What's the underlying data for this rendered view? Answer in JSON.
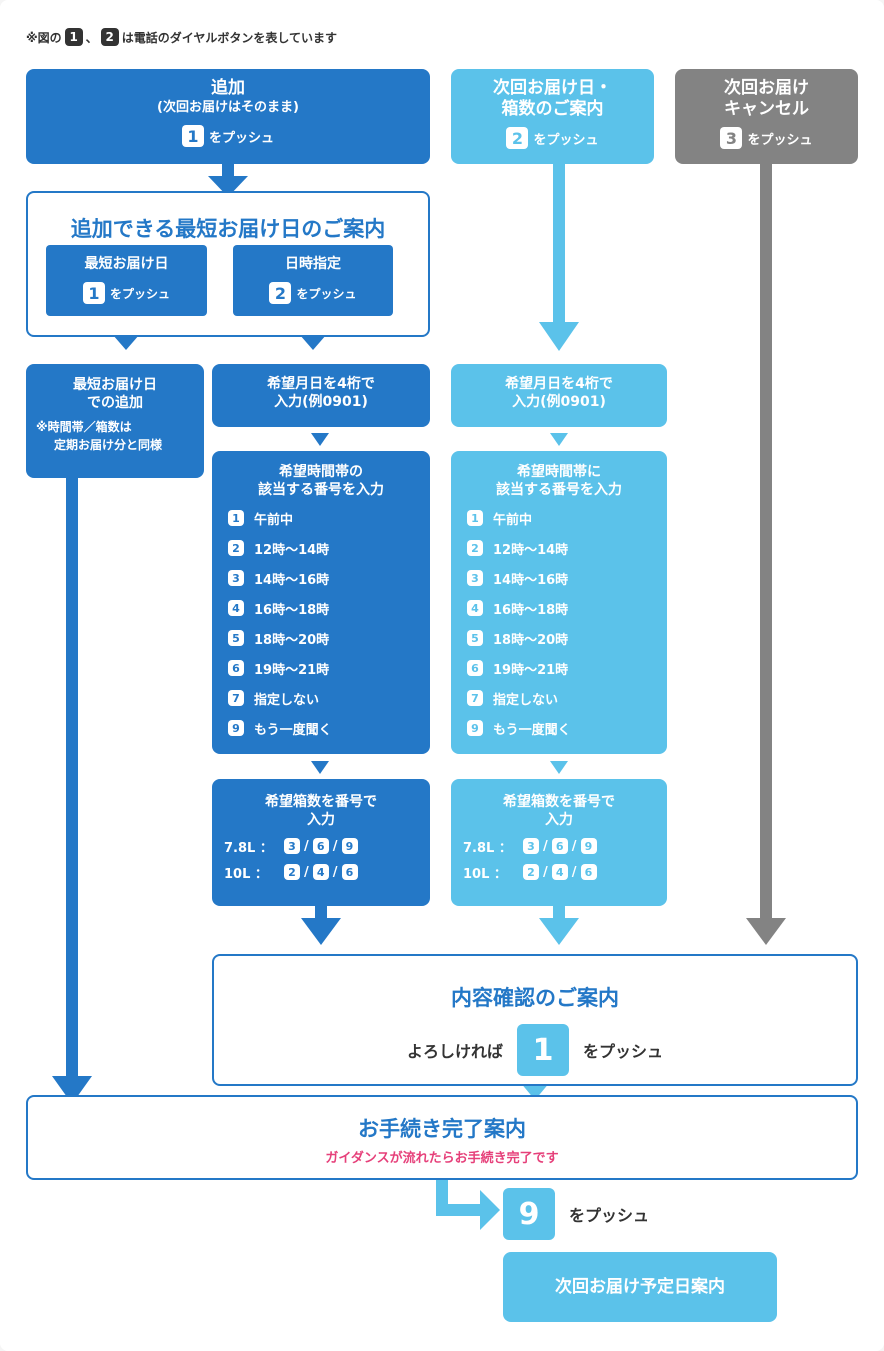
{
  "note": {
    "prefix": "※図の",
    "key1": "1",
    "sep": "、",
    "key2": "2",
    "suffix": "は電話のダイヤルボタンを表しています"
  },
  "colors": {
    "dark_blue": "#2478c7",
    "light_blue": "#5bc2ea",
    "gray": "#838383",
    "pink": "#e6407a"
  },
  "top": {
    "add": {
      "title": "追加",
      "subtitle": "(次回お届けはそのまま)",
      "key": "1",
      "push": "をプッシュ"
    },
    "next": {
      "title1": "次回お届け日・",
      "title2": "箱数のご案内",
      "key": "2",
      "push": "をプッシュ"
    },
    "cancel": {
      "title1": "次回お届け",
      "title2": "キャンセル",
      "key": "3",
      "push": "をプッシュ"
    }
  },
  "shortest_guide": {
    "title": "追加できる最短お届け日のご案内",
    "left": {
      "label": "最短お届け日",
      "key": "1",
      "push": "をプッシュ"
    },
    "right": {
      "label": "日時指定",
      "key": "2",
      "push": "をプッシュ"
    }
  },
  "shortest_add": {
    "title1": "最短お届け日",
    "title2": "での追加",
    "note1": "※時間帯／箱数は",
    "note2": "定期お届け分と同様"
  },
  "date_input": {
    "line1": "希望月日を4桁で",
    "line2": "入力(例0901)"
  },
  "time_slot": {
    "title1_left": "希望時間帯の",
    "title1_right": "希望時間帯に",
    "title2": "該当する番号を入力",
    "options": [
      {
        "key": "1",
        "label": "午前中"
      },
      {
        "key": "2",
        "label": "12時～14時"
      },
      {
        "key": "3",
        "label": "14時～16時"
      },
      {
        "key": "4",
        "label": "16時～18時"
      },
      {
        "key": "5",
        "label": "18時～20時"
      },
      {
        "key": "6",
        "label": "19時～21時"
      },
      {
        "key": "7",
        "label": "指定しない"
      },
      {
        "key": "9",
        "label": "もう一度聞く"
      }
    ]
  },
  "box_count": {
    "line1": "希望箱数を番号で",
    "line2": "入力",
    "row1": {
      "label": "7.8L ：",
      "keys": [
        "3",
        "6",
        "9"
      ]
    },
    "row2": {
      "label": "10L ：",
      "keys": [
        "2",
        "4",
        "6"
      ]
    },
    "slash": "/"
  },
  "confirm": {
    "title": "内容確認のご案内",
    "prefix": "よろしければ",
    "key": "1",
    "push": "をプッシュ"
  },
  "complete": {
    "title": "お手続き完了案内",
    "note": "ガイダンスが流れたらお手続き完了です"
  },
  "final": {
    "key": "9",
    "push": "をプッシュ",
    "next_date": "次回お届け予定日案内"
  }
}
